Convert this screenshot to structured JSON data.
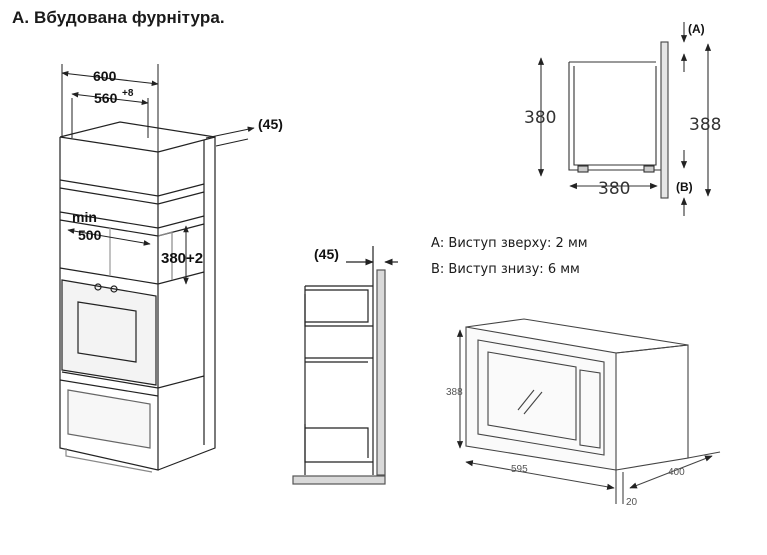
{
  "title": "А. Вбудована фурнітура.",
  "cabinet": {
    "width_total": "600",
    "width_inner": "560",
    "width_inner_tol": "+8",
    "depth_offset": "(45)",
    "min_label": "min",
    "min_value": "500",
    "niche_height": "380+2"
  },
  "side_section": {
    "offset": "(45)"
  },
  "top_right": {
    "height_left": "380",
    "height_right": "388",
    "depth_bottom": "380",
    "label_a": "(A)",
    "label_b": "(B)"
  },
  "notes": {
    "a": "А: Виступ зверху:  2 мм",
    "b": "В: Виступ знизу:  6 мм"
  },
  "appliance": {
    "height": "388",
    "width": "595",
    "depth": "400",
    "front": "20"
  }
}
